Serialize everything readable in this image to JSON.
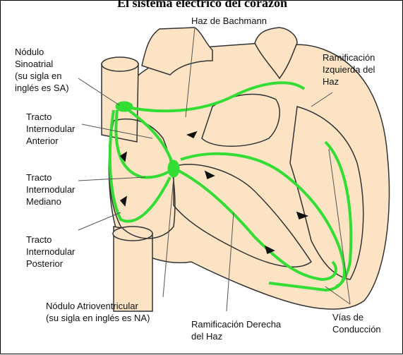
{
  "title": "El sistema eléctrico del corazón",
  "labels": {
    "bachmann": "Haz de Bachmann",
    "sa_node": "Nódulo\nSinoatrial\n(su sigla en\ninglés es SA)",
    "left_bundle": "Ramificación\nIzquierda del\nHaz",
    "anterior": "Tracto\nInternodular\nAnterior",
    "middle": "Tracto\nInternodular\nMediano",
    "posterior": "Tracto\nInternodular\nPosterior",
    "av_node": "Nódulo Atrioventricular\n(su sigla en inglés es NA)",
    "right_bundle": "Ramificación Derecha\ndel Haz",
    "pathways": "Vías de\nConducción"
  },
  "colors": {
    "heart_fill": "#fbe3c4",
    "outline": "#333333",
    "conduction": "#33dd33",
    "leader": "#555555"
  }
}
